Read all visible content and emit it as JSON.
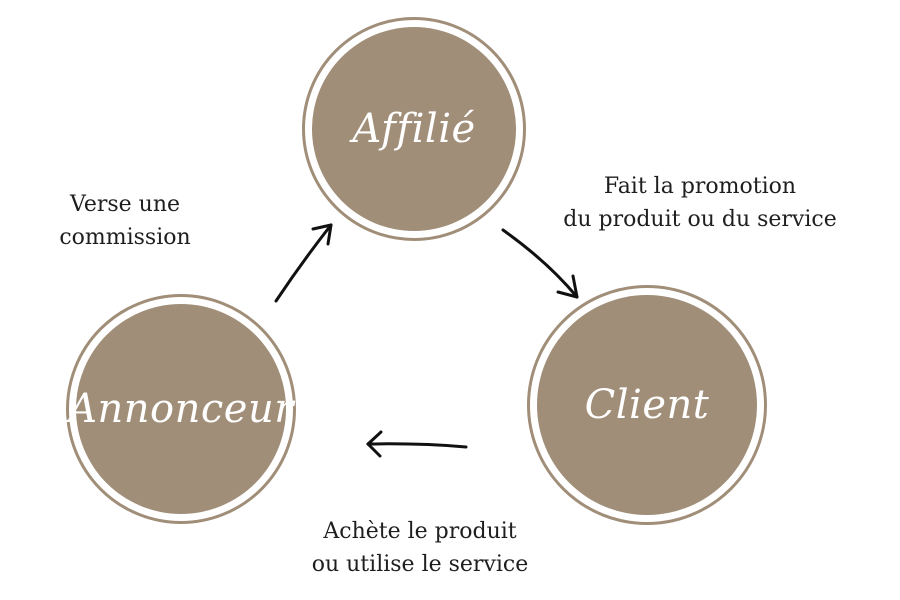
{
  "colors": {
    "circle_fill": "#a08e78",
    "circle_ring": "#a08e78",
    "node_text": "#ffffff",
    "label_text": "#1e1e1e",
    "arrow": "#111111",
    "background": "#ffffff"
  },
  "nodes": {
    "affilie": "Affilié",
    "client": "Client",
    "annonceur": "Annonceur"
  },
  "edges": {
    "affilie_to_client": [
      "Fait la promotion",
      "du produit ou du service"
    ],
    "client_to_annonceur": [
      "Achète le produit",
      "ou utilise le service"
    ],
    "annonceur_to_affilie": [
      "Verse une",
      "commission"
    ]
  }
}
